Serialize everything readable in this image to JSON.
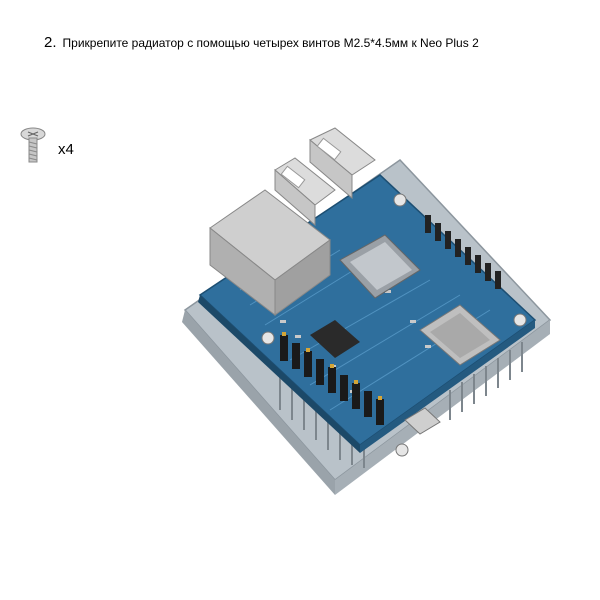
{
  "step": {
    "number": "2.",
    "instruction": "Прикрепите радиатор с помощью четырех винтов M2.5*4.5мм к Neo Plus 2"
  },
  "parts": {
    "screw_quantity": "x4",
    "screw_icon": "screw-icon"
  },
  "illustration": {
    "icon": "board-with-heatsink-illustration"
  }
}
